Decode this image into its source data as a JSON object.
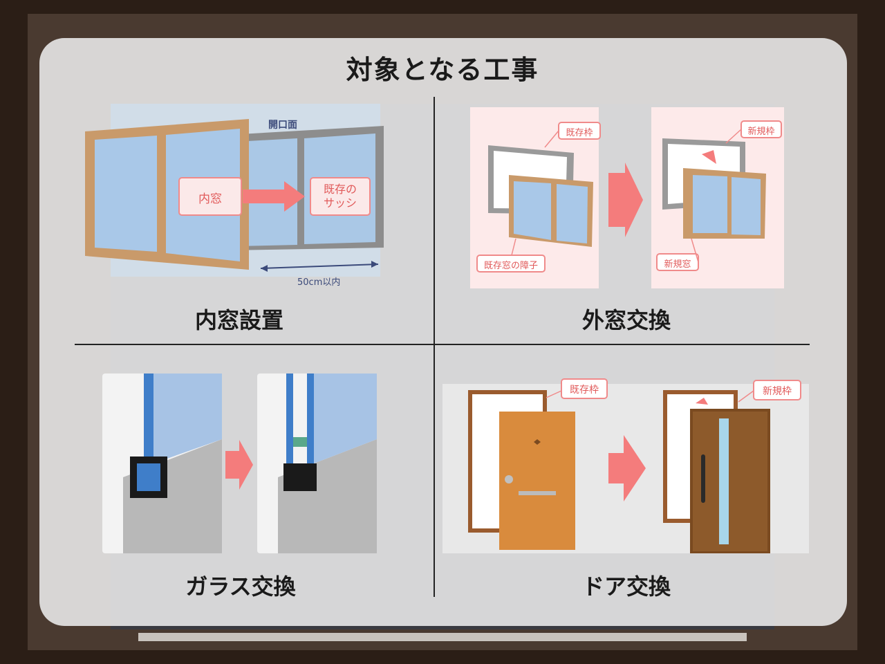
{
  "title": "対象となる工事",
  "sections": [
    {
      "label": "内窓設置",
      "annotations": {
        "opening": "開口面",
        "inner": "内窓",
        "existing_line1": "既存の",
        "existing_line2": "サッシ",
        "depth": "50cm以内"
      }
    },
    {
      "label": "外窓交換",
      "annotations": {
        "old_frame": "既存枠",
        "old_sash": "既存窓の障子",
        "new_frame": "新規枠",
        "new_window": "新規窓"
      }
    },
    {
      "label": "ガラス交換",
      "annotations": {}
    },
    {
      "label": "ドア交換",
      "annotations": {
        "old_frame": "既存枠",
        "new_frame": "新規枠"
      }
    }
  ],
  "colors": {
    "accent": "#f47c7c",
    "tag_border": "#f08a8a",
    "wood": "#c99a6a",
    "glass": "#a9c8e8",
    "frame_gray": "#9a9a9a"
  }
}
